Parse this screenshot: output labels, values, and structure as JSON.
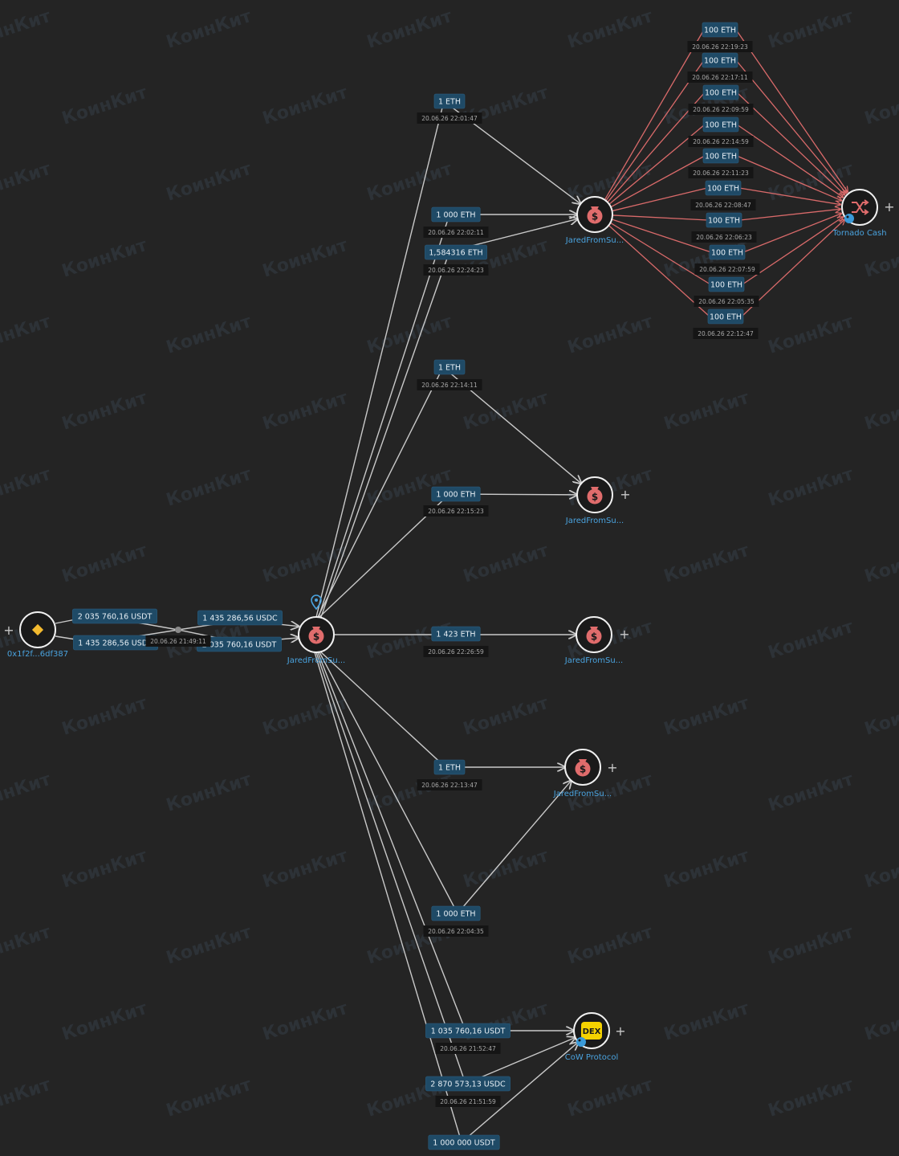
{
  "colors": {
    "background": "#242424",
    "edge": "#c9c9c9",
    "mixer_edge": "#d96a6a",
    "label_bg": "#1f4a66",
    "wallet_icon": "#e06c6c",
    "binance_icon": "#f3ba2f",
    "dex_icon": "#f5d200",
    "node_name": "#4aa3df"
  },
  "watermark": {
    "text": "КоинКит"
  },
  "nodes": [
    {
      "id": "src",
      "label": "0x1f2f...6df387",
      "icon": "binance-diamond-icon",
      "plus": true
    },
    {
      "id": "main",
      "label": "JaredFromSu...",
      "icon": "money-bag-icon",
      "pin": true,
      "plus": false
    },
    {
      "id": "w1",
      "label": "JaredFromSu...",
      "icon": "money-bag-icon",
      "plus": false
    },
    {
      "id": "w2",
      "label": "JaredFromSu...",
      "icon": "money-bag-icon",
      "plus": true
    },
    {
      "id": "w3",
      "label": "JaredFromSu...",
      "icon": "money-bag-icon",
      "plus": true
    },
    {
      "id": "w4",
      "label": "JaredFromSu...",
      "icon": "money-bag-icon",
      "plus": true
    },
    {
      "id": "tornado",
      "label": "Tornado Cash",
      "icon": "shuffle-icon",
      "plus": true,
      "tag": true
    },
    {
      "id": "cow",
      "label": "CoW Protocol",
      "icon": "dex-icon",
      "icon_text": "DEX",
      "plus": true,
      "tag": true
    }
  ],
  "transfers": [
    {
      "from": "src",
      "to": "main",
      "amount": "2 035 760,16 USDT",
      "amount_out": "2 035 760,16 USDT",
      "amount_in": "1 435 286,56 USDC",
      "time": "20.06.26 21:49:11"
    },
    {
      "from": "src",
      "to": "main",
      "amount": "1 435 286,56 USDC"
    },
    {
      "from": "main",
      "to": "w1",
      "amount": "1 ETH",
      "time": "20.06.26 22:01:47"
    },
    {
      "from": "main",
      "to": "w1",
      "amount": "1 000 ETH",
      "time": "20.06.26 22:02:11"
    },
    {
      "from": "main",
      "to": "w1",
      "amount": "1,584316 ETH",
      "time": "20.06.26 22:24:23"
    },
    {
      "from": "main",
      "to": "w2",
      "amount": "1 ETH",
      "time": "20.06.26 22:14:11"
    },
    {
      "from": "main",
      "to": "w2",
      "amount": "1 000 ETH",
      "time": "20.06.26 22:15:23"
    },
    {
      "from": "main",
      "to": "w3",
      "amount": "1 423 ETH",
      "time": "20.06.26 22:26:59"
    },
    {
      "from": "main",
      "to": "w4",
      "amount": "1 ETH",
      "time": "20.06.26 22:13:47"
    },
    {
      "from": "main",
      "to": "w4",
      "amount": "1 000 ETH",
      "time": "20.06.26 22:04:35"
    },
    {
      "from": "main",
      "to": "cow",
      "amount": "1 035 760,16 USDT",
      "time": "20.06.26 21:52:47"
    },
    {
      "from": "main",
      "to": "cow",
      "amount": "2 870 573,13 USDC",
      "time": "20.06.26 21:51:59"
    },
    {
      "from": "main",
      "to": "cow",
      "amount": "1 000 000 USDT"
    }
  ],
  "mixer_transfers": [
    {
      "amount": "100 ETH",
      "time": "20.06.26 22:19:23"
    },
    {
      "amount": "100 ETH",
      "time": "20.06.26 22:17:11"
    },
    {
      "amount": "100 ETH",
      "time": "20.06.26 22:09:59"
    },
    {
      "amount": "100 ETH",
      "time": "20.06.26 22:14:59"
    },
    {
      "amount": "100 ETH",
      "time": "20.06.26 22:11:23"
    },
    {
      "amount": "100 ETH",
      "time": "20.06.26 22:08:47"
    },
    {
      "amount": "100 ETH",
      "time": "20.06.26 22:06:23"
    },
    {
      "amount": "100 ETH",
      "time": "20.06.26 22:07:59"
    },
    {
      "amount": "100 ETH",
      "time": "20.06.26 22:05:35"
    },
    {
      "amount": "100 ETH",
      "time": "20.06.26 22:12:47"
    }
  ]
}
